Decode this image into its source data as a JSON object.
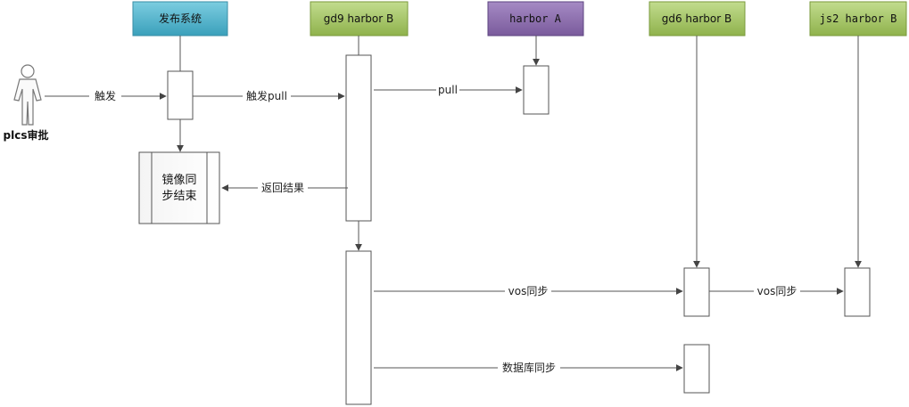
{
  "participants": {
    "publish": "发布系统",
    "gd9": "gd9 harbor B",
    "harborA": "harbor A",
    "gd6": "gd6 harbor B",
    "js2": "js2 harbor B"
  },
  "actor": {
    "label": "plcs审批"
  },
  "messages": {
    "trigger": "触发",
    "trigger_pull": "触发pull",
    "pull": "pull",
    "return_result": "返回结果",
    "vos_sync_1": "vos同步",
    "vos_sync_2": "vos同步",
    "db_sync": "数据库同步"
  },
  "end_box": {
    "line1": "镜像同",
    "line2": "步结束"
  },
  "colors": {
    "publish_fill": "#4bacc6",
    "gd_fill": "#9bbb59",
    "harborA_fill": "#8064a2",
    "line": "#555555"
  }
}
